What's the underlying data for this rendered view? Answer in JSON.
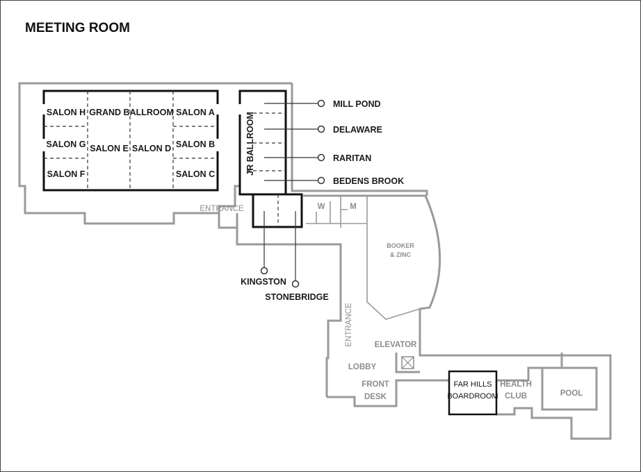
{
  "title": "MEETING ROOM",
  "rooms": {
    "salon_h": "SALON H",
    "grand_ballroom": "GRAND BALLROOM",
    "salon_a": "SALON A",
    "salon_g": "SALON G",
    "salon_e": "SALON E",
    "salon_d": "SALON D",
    "salon_b": "SALON B",
    "salon_f": "SALON F",
    "salon_c": "SALON C",
    "jr_ballroom": "JR BALLROOM",
    "mill_pond": "MILL POND",
    "delaware": "DELAWARE",
    "raritan": "RARITAN",
    "bedens_brook": "BEDENS BROOK",
    "kingston": "KINGSTON",
    "stonebridge": "STONEBRIDGE",
    "far_hills_line1": "FAR HILLS",
    "far_hills_line2": "BOARDROOM"
  },
  "areas": {
    "entrance_top": "ENTRANCE",
    "entrance_side": "ENTRANCE",
    "womens_restroom": "W",
    "mens_restroom": "M",
    "booker_line1": "BOOKER",
    "booker_line2": "& ZINC",
    "elevator": "ELEVATOR",
    "lobby": "LOBBY",
    "front_desk_line1": "FRONT",
    "front_desk_line2": "DESK",
    "health_club_line1": "HEALTH",
    "health_club_line2": "CLUB",
    "pool": "POOL"
  },
  "colors": {
    "building_outline": "#9a9a9a",
    "meeting_room_outline": "#111111",
    "area_label": "#8c8c8c"
  }
}
